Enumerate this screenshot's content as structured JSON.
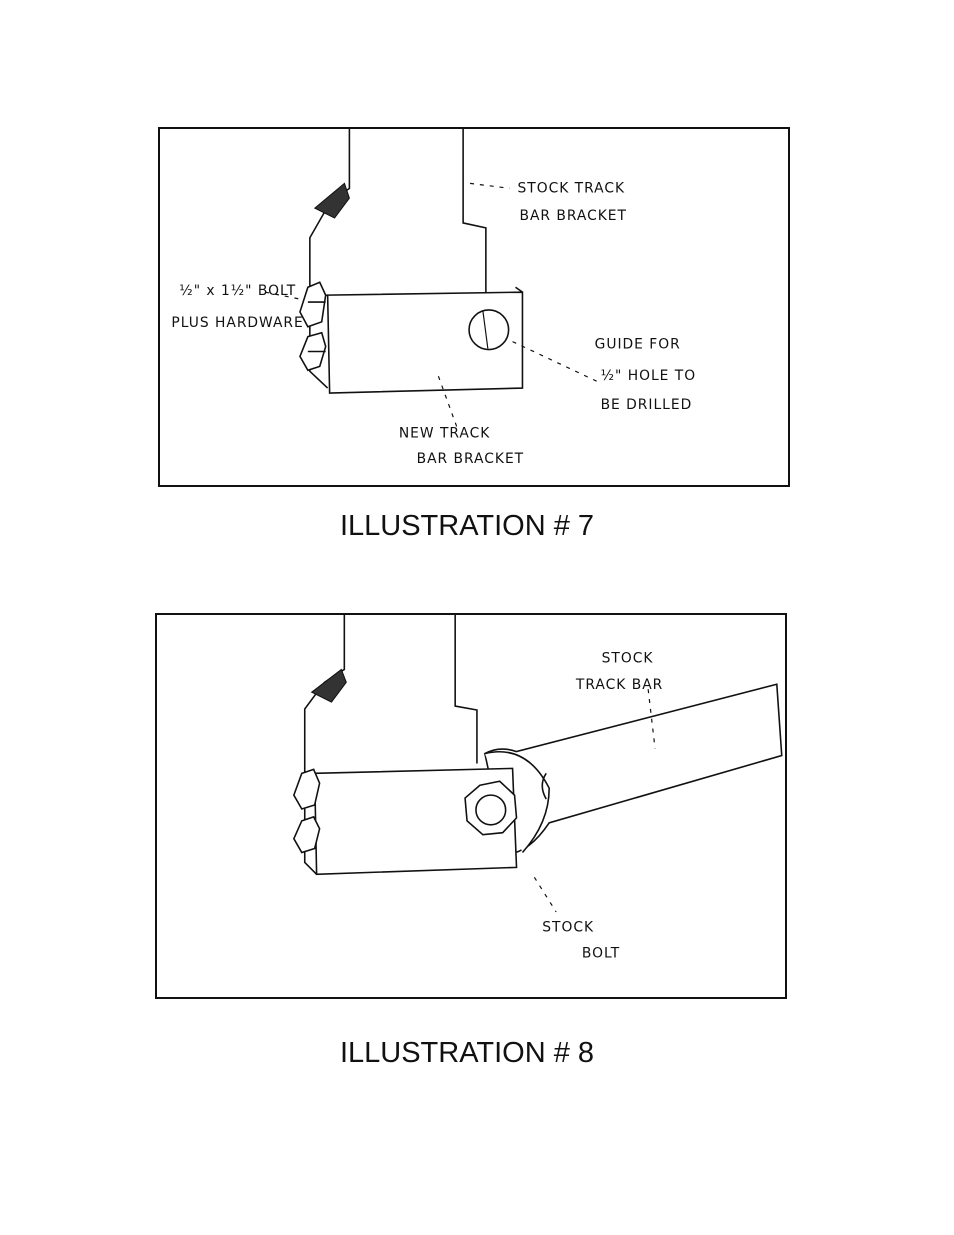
{
  "illustration_7": {
    "caption": "ILLUSTRATION # 7",
    "labels": {
      "stock_bracket_line1": "STOCK TRACK",
      "stock_bracket_line2": "BAR BRACKET",
      "bolt_line1": "½\" x 1½\" BOLT",
      "bolt_line2": "PLUS HARDWARE",
      "guide_line1": "GUIDE FOR",
      "guide_line2": "½\" HOLE TO",
      "guide_line3": "BE DRILLED",
      "new_bracket_line1": "NEW TRACK",
      "new_bracket_line2": "BAR BRACKET"
    }
  },
  "illustration_8": {
    "caption": "ILLUSTRATION # 8",
    "labels": {
      "track_bar_line1": "STOCK",
      "track_bar_line2": "TRACK BAR",
      "stock_bolt_line1": "STOCK",
      "stock_bolt_line2": "BOLT"
    }
  }
}
